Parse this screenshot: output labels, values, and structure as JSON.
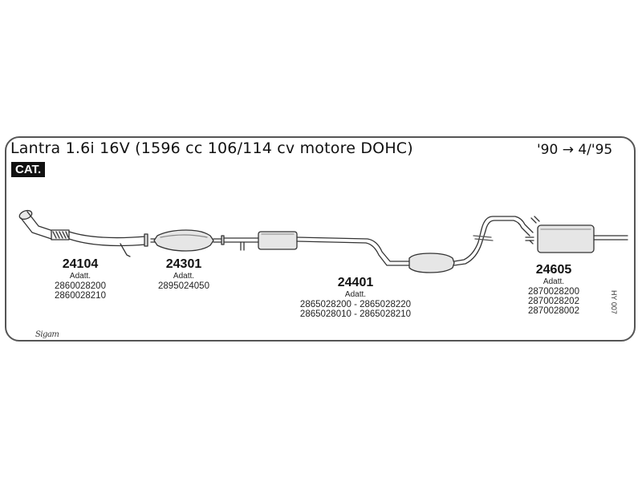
{
  "header": {
    "title": "Lantra 1.6i 16V (1596 cc 106/114 cv motore DOHC)",
    "years": "'90 → 4/'95",
    "badge": "CAT."
  },
  "parts": [
    {
      "code": "24104",
      "adatt": "Adatt.",
      "refs": [
        "2860028200",
        "2860028210"
      ]
    },
    {
      "code": "24301",
      "adatt": "Adatt.",
      "refs": [
        "2895024050"
      ]
    },
    {
      "code": "24401",
      "adatt": "Adatt.",
      "refs": [
        "2865028200 - 2865028220",
        "2865028010 - 2865028210"
      ]
    },
    {
      "code": "24605",
      "adatt": "Adatt.",
      "refs": [
        "2870028200",
        "2870028202",
        "2870028002"
      ]
    }
  ],
  "footer": {
    "sheet_ref": "HY 007",
    "logo": "Sigam"
  }
}
